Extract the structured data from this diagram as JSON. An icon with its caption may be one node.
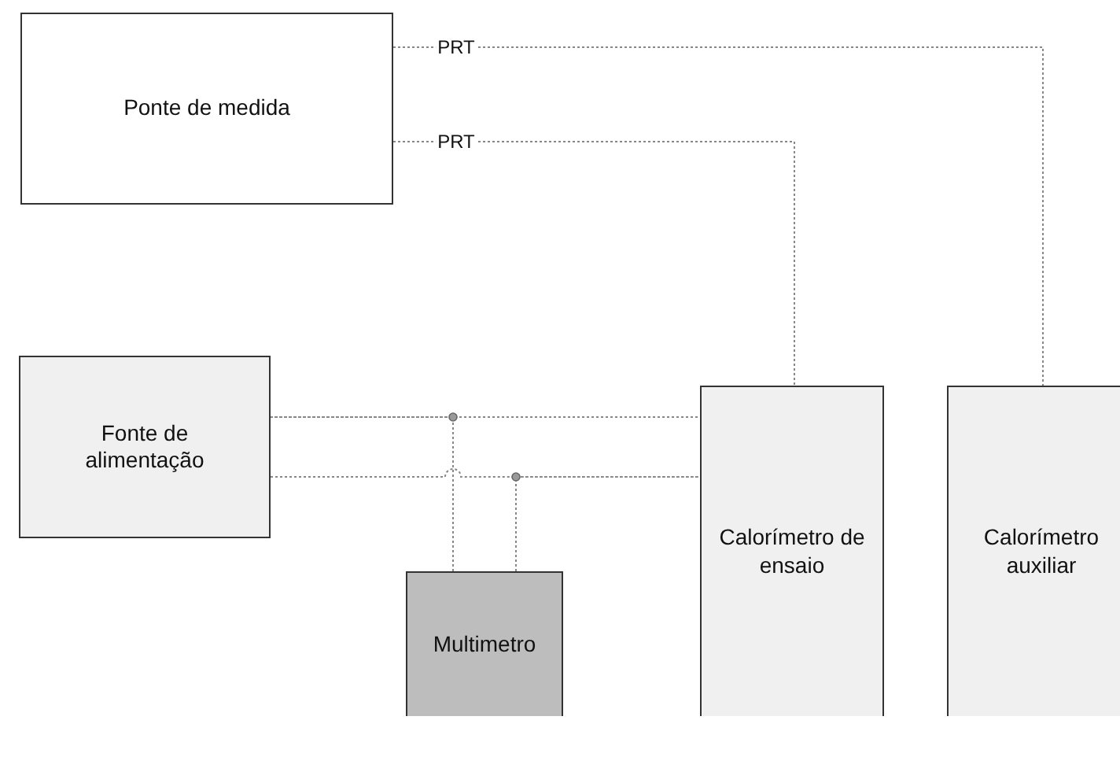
{
  "diagram": {
    "nodes": [
      {
        "text": [
          "Ponte de medida"
        ]
      },
      {
        "text": [
          "Fonte de alimentação"
        ]
      },
      {
        "text": [
          "Multimetro"
        ]
      },
      {
        "text": [
          "Calorímetro de ensaio"
        ]
      },
      {
        "text": [
          "Calorímetro auxiliar"
        ]
      }
    ],
    "edges": [
      {
        "from": 0,
        "to": 4,
        "arrow": "none",
        "label": "PRT"
      },
      {
        "from": 0,
        "to": 3,
        "arrow": "none",
        "label": "PRT"
      },
      {
        "from": 1,
        "to": 3,
        "arrow": "none"
      },
      {
        "from": 1,
        "to": 3,
        "arrow": "none"
      },
      {
        "from": 2,
        "to": 1,
        "arrow": "none"
      },
      {
        "from": 2,
        "to": 3,
        "arrow": "none"
      }
    ]
  }
}
